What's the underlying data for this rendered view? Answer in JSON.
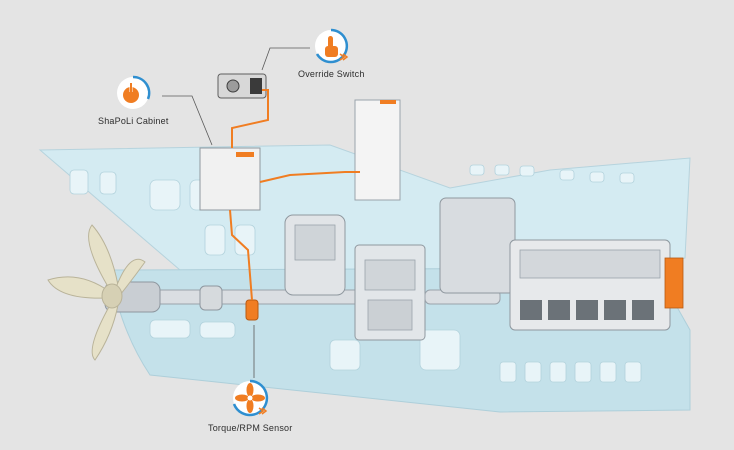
{
  "labels": {
    "override_switch": "Override Switch",
    "shapoli_cabinet": "ShaPoLi Cabinet",
    "torque_sensor": "Torque/RPM Sensor"
  },
  "icons": {
    "override_switch": "pointing-finger-icon",
    "shapoli_cabinet": "power-icon",
    "torque_sensor": "fan-sensor-icon",
    "chevron": "double-chevron-icon"
  },
  "colors": {
    "accent_orange": "#f07d22",
    "accent_blue": "#2f8fd0",
    "hull": "#c8e4ec",
    "background": "#e4e4e4"
  }
}
